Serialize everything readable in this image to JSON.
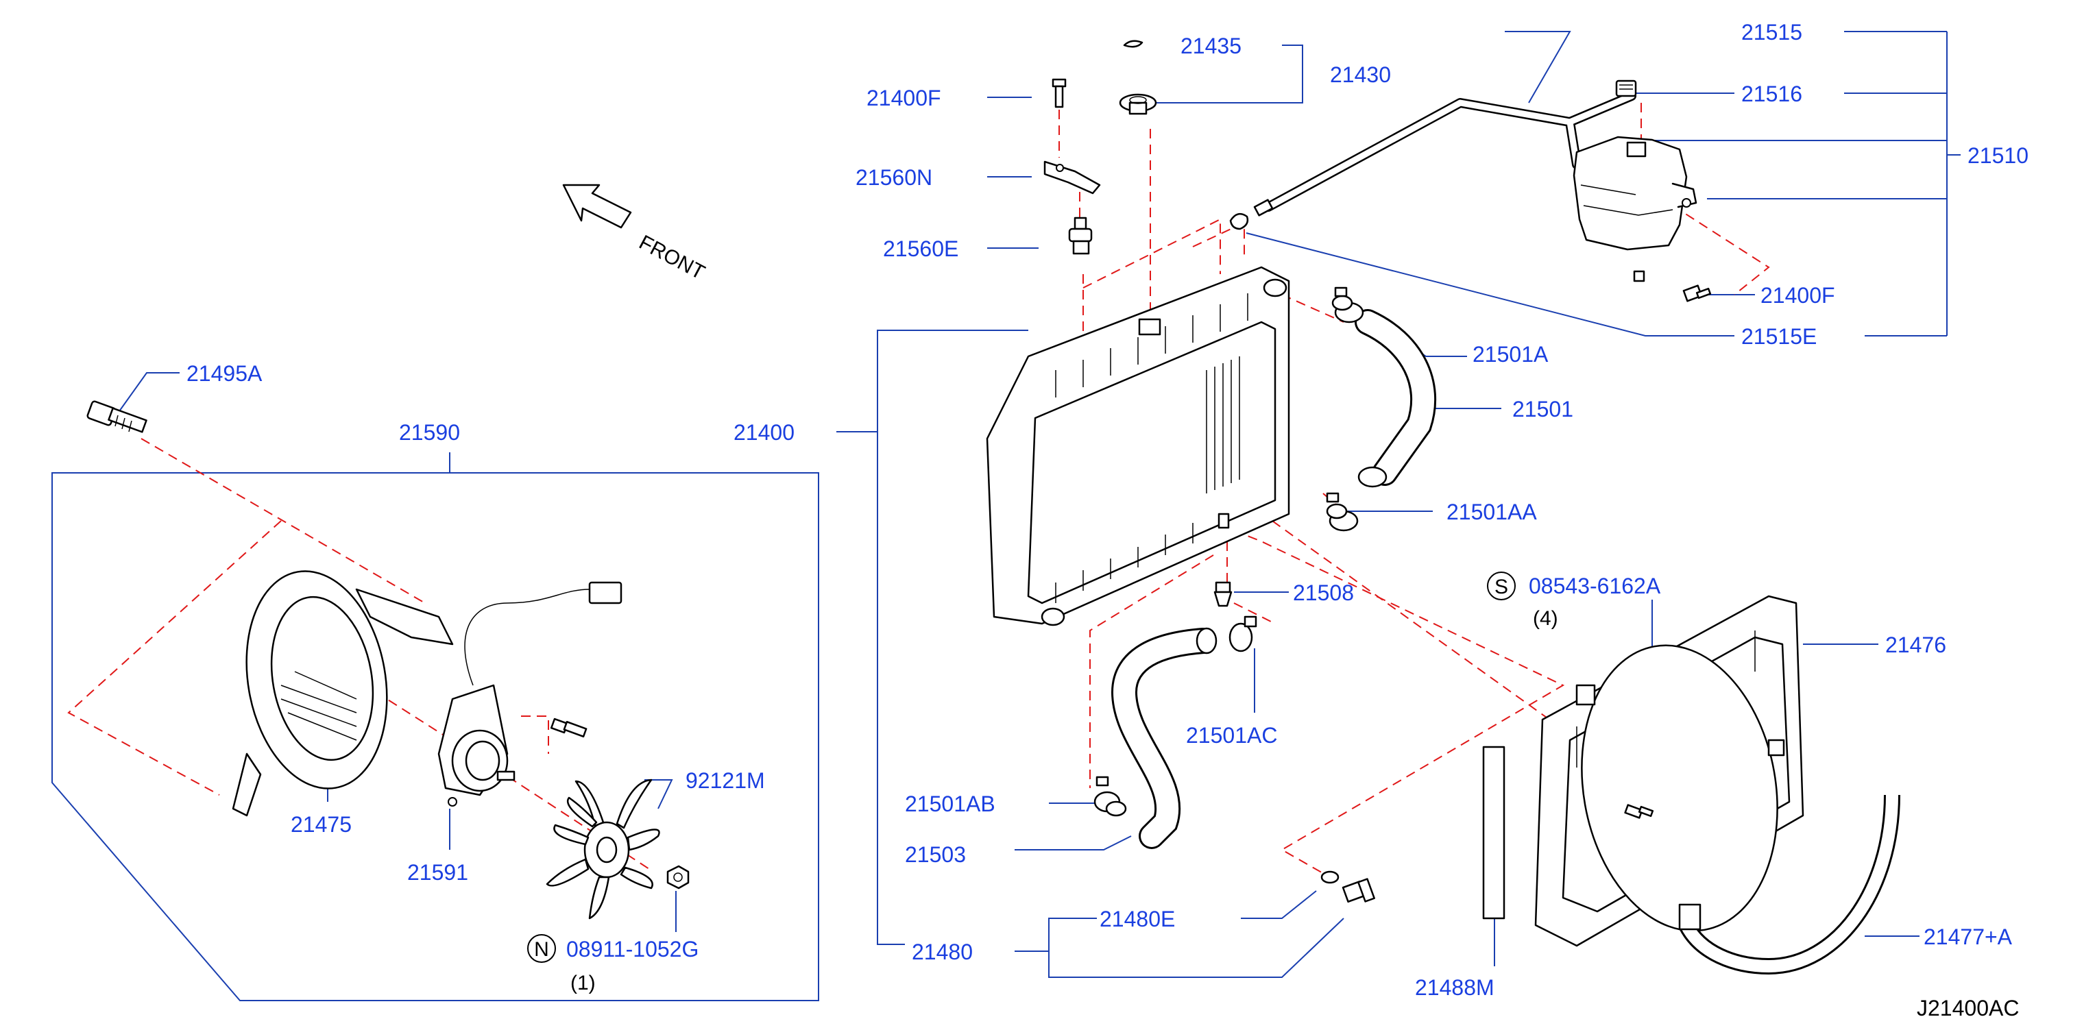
{
  "labels": {
    "p21435": "21435",
    "p21430": "21430",
    "p21400F_top": "21400F",
    "p21560N": "21560N",
    "p21560E": "21560E",
    "p21515": "21515",
    "p21516": "21516",
    "p21510": "21510",
    "p21400F_right": "21400F",
    "p21515E": "21515E",
    "p21501A": "21501A",
    "p21501": "21501",
    "p21501AA": "21501AA",
    "p21400": "21400",
    "p21495A": "21495A",
    "p21590": "21590",
    "p21508": "21508",
    "p21476": "21476",
    "p21501AC": "21501AC",
    "p21475": "21475",
    "p21591": "21591",
    "p92121M": "92121M",
    "p21501AB": "21501AB",
    "p21503": "21503",
    "p21480E": "21480E",
    "p21480": "21480",
    "p21488M": "21488M",
    "p21477A": "21477+A",
    "p08911": "08911-1052G",
    "p08543": "08543-6162A"
  },
  "symbols": {
    "n_symbol": "N",
    "n_qty": "(1)",
    "s_symbol": "S",
    "s_qty": "(4)"
  },
  "front_label": "FRONT",
  "diagram_code": "J21400AC",
  "colors": {
    "label": "#1a3fe0",
    "leader": "#1a3fb0",
    "dashed": "#e01818"
  }
}
